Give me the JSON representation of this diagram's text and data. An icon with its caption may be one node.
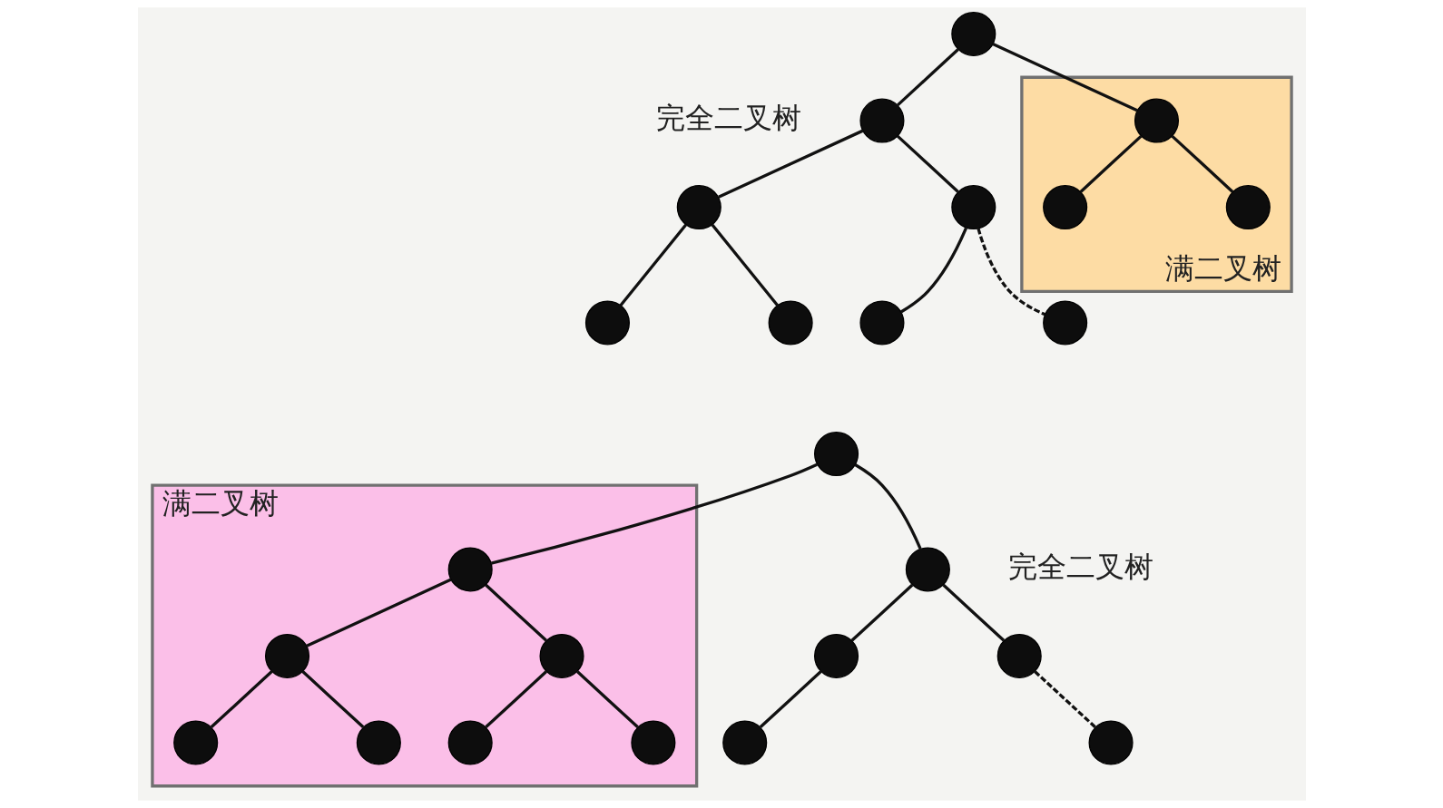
{
  "diagram": {
    "nodes": [
      {
        "text": [],
        "shape": "circle"
      },
      {
        "text": [],
        "shape": "circle"
      },
      {
        "text": [
          "满二叉树"
        ]
      },
      {
        "text": [],
        "shape": "circle",
        "in": 2
      },
      {
        "text": [],
        "shape": "circle"
      },
      {
        "text": [],
        "shape": "circle"
      },
      {
        "text": [],
        "shape": "circle",
        "in": 2
      },
      {
        "text": [],
        "shape": "circle",
        "in": 2
      },
      {
        "text": [],
        "shape": "circle"
      },
      {
        "text": [],
        "shape": "circle"
      },
      {
        "text": [],
        "shape": "circle"
      },
      {
        "text": [],
        "shape": "circle"
      },
      {
        "text": [
          "满二叉树"
        ]
      },
      {
        "text": [],
        "shape": "circle"
      },
      {
        "text": [],
        "shape": "circle",
        "in": 12
      },
      {
        "text": [],
        "shape": "circle"
      },
      {
        "text": [],
        "shape": "circle",
        "in": 12
      },
      {
        "text": [],
        "shape": "circle",
        "in": 12
      },
      {
        "text": [],
        "shape": "circle"
      },
      {
        "text": [],
        "shape": "circle"
      },
      {
        "text": [],
        "shape": "circle",
        "in": 12
      },
      {
        "text": [],
        "shape": "circle",
        "in": 12
      },
      {
        "text": [],
        "shape": "circle",
        "in": 12
      },
      {
        "text": [],
        "shape": "circle",
        "in": 12
      },
      {
        "text": [],
        "shape": "circle"
      },
      {
        "text": [],
        "shape": "circle"
      }
    ],
    "edges": [
      {
        "from": 0,
        "to": 1,
        "arrow": "none"
      },
      {
        "from": 0,
        "to": 3,
        "arrow": "none"
      },
      {
        "from": 1,
        "to": 4,
        "arrow": "none"
      },
      {
        "from": 1,
        "to": 5,
        "arrow": "none"
      },
      {
        "from": 3,
        "to": 6,
        "arrow": "none"
      },
      {
        "from": 3,
        "to": 7,
        "arrow": "none"
      },
      {
        "from": 4,
        "to": 8,
        "arrow": "none"
      },
      {
        "from": 4,
        "to": 9,
        "arrow": "none"
      },
      {
        "from": 5,
        "to": 10,
        "arrow": "none"
      },
      {
        "from": 5,
        "to": 11,
        "arrow": "none",
        "style": "dashed"
      },
      {
        "from": 13,
        "to": 14,
        "arrow": "none"
      },
      {
        "from": 13,
        "to": 15,
        "arrow": "none"
      },
      {
        "from": 14,
        "to": 16,
        "arrow": "none"
      },
      {
        "from": 14,
        "to": 17,
        "arrow": "none"
      },
      {
        "from": 15,
        "to": 18,
        "arrow": "none"
      },
      {
        "from": 15,
        "to": 19,
        "arrow": "none"
      },
      {
        "from": 16,
        "to": 20,
        "arrow": "none"
      },
      {
        "from": 16,
        "to": 21,
        "arrow": "none"
      },
      {
        "from": 17,
        "to": 22,
        "arrow": "none"
      },
      {
        "from": 17,
        "to": 23,
        "arrow": "none"
      },
      {
        "from": 18,
        "to": 24,
        "arrow": "none"
      },
      {
        "from": 19,
        "to": 25,
        "arrow": "none",
        "style": "dashed"
      }
    ],
    "labels": [
      "完全二叉树",
      "完全二叉树"
    ]
  }
}
